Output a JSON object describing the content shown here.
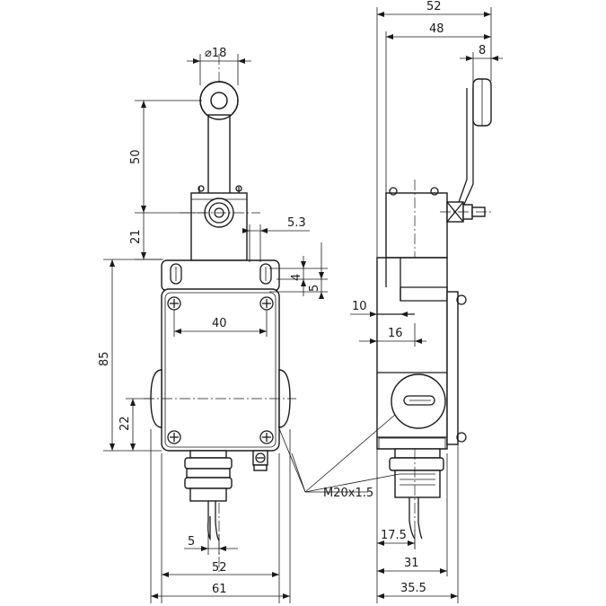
{
  "drawing": {
    "front_view": {
      "diameter_label": "⌀18",
      "dim_50": "50",
      "dim_21": "21",
      "dim_5_3": "5.3",
      "dim_4": "4",
      "dim_5_right": "5",
      "dim_40": "40",
      "dim_85": "85",
      "dim_22": "22",
      "dim_5_bottom": "5",
      "dim_52": "52",
      "dim_61": "61"
    },
    "side_view": {
      "dim_52_top": "52",
      "dim_48": "48",
      "dim_8": "8",
      "dim_10": "10",
      "dim_16": "16",
      "dim_17_5": "17.5",
      "dim_31": "31",
      "dim_35_5": "35.5"
    },
    "thread_callout": "M20x1.5"
  }
}
